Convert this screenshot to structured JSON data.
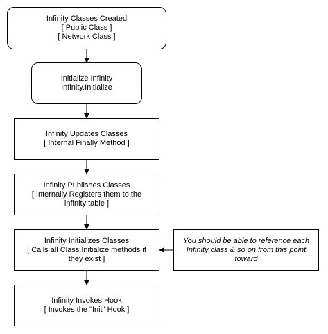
{
  "nodes": {
    "created": {
      "lines": [
        "Infinity Classes Created",
        "[ Public Class ]",
        "[ Network Class ]"
      ]
    },
    "initialize": {
      "lines": [
        "Initialize Infinity",
        "Infinity.Initialize"
      ]
    },
    "updates": {
      "lines": [
        "Infinity Updates Classes",
        "[ Internal Finally Method ]"
      ]
    },
    "publishes": {
      "lines": [
        "Infinity Publishes Classes",
        "[ Internally Registers them to the",
        "infinity table ]"
      ]
    },
    "initializes": {
      "lines": [
        "Infinity Initializes Classes",
        "[ Calls all Class.Initialize methods if",
        "they exist ]"
      ]
    },
    "invokes": {
      "lines": [
        "Infinity Invokes Hook",
        "[ Invokes the \"Init\" Hook ]"
      ]
    },
    "note": {
      "lines": [
        "You should be able to reference each",
        "Infinity class & so on from this point",
        "foward"
      ]
    }
  },
  "edges": [
    {
      "from": "created",
      "to": "initialize"
    },
    {
      "from": "initialize",
      "to": "updates"
    },
    {
      "from": "updates",
      "to": "publishes"
    },
    {
      "from": "publishes",
      "to": "initializes"
    },
    {
      "from": "initializes",
      "to": "invokes"
    },
    {
      "from": "note",
      "to": "initializes"
    }
  ]
}
